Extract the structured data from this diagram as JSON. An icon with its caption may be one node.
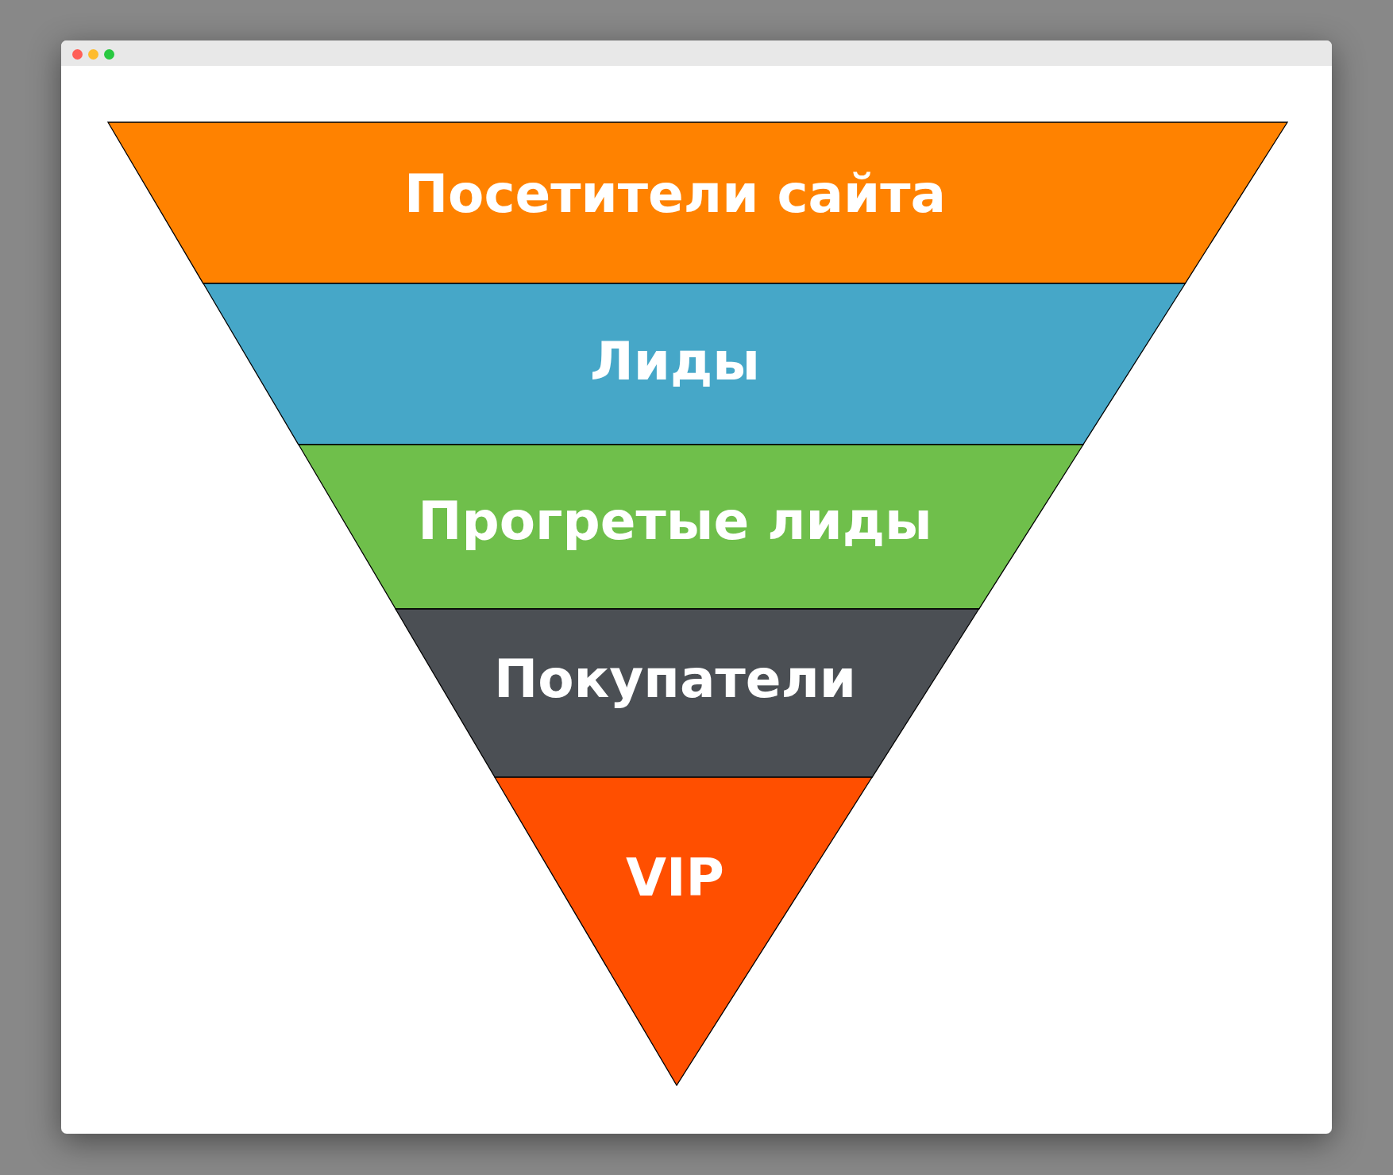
{
  "diagram": {
    "nodes": [
      {
        "text": [
          "Посетители сайта"
        ]
      },
      {
        "text": [
          "Лиды"
        ]
      },
      {
        "text": [
          "Прогретые лиды"
        ]
      },
      {
        "text": [
          "Покупатели"
        ]
      },
      {
        "text": [
          "VIP"
        ]
      }
    ]
  }
}
